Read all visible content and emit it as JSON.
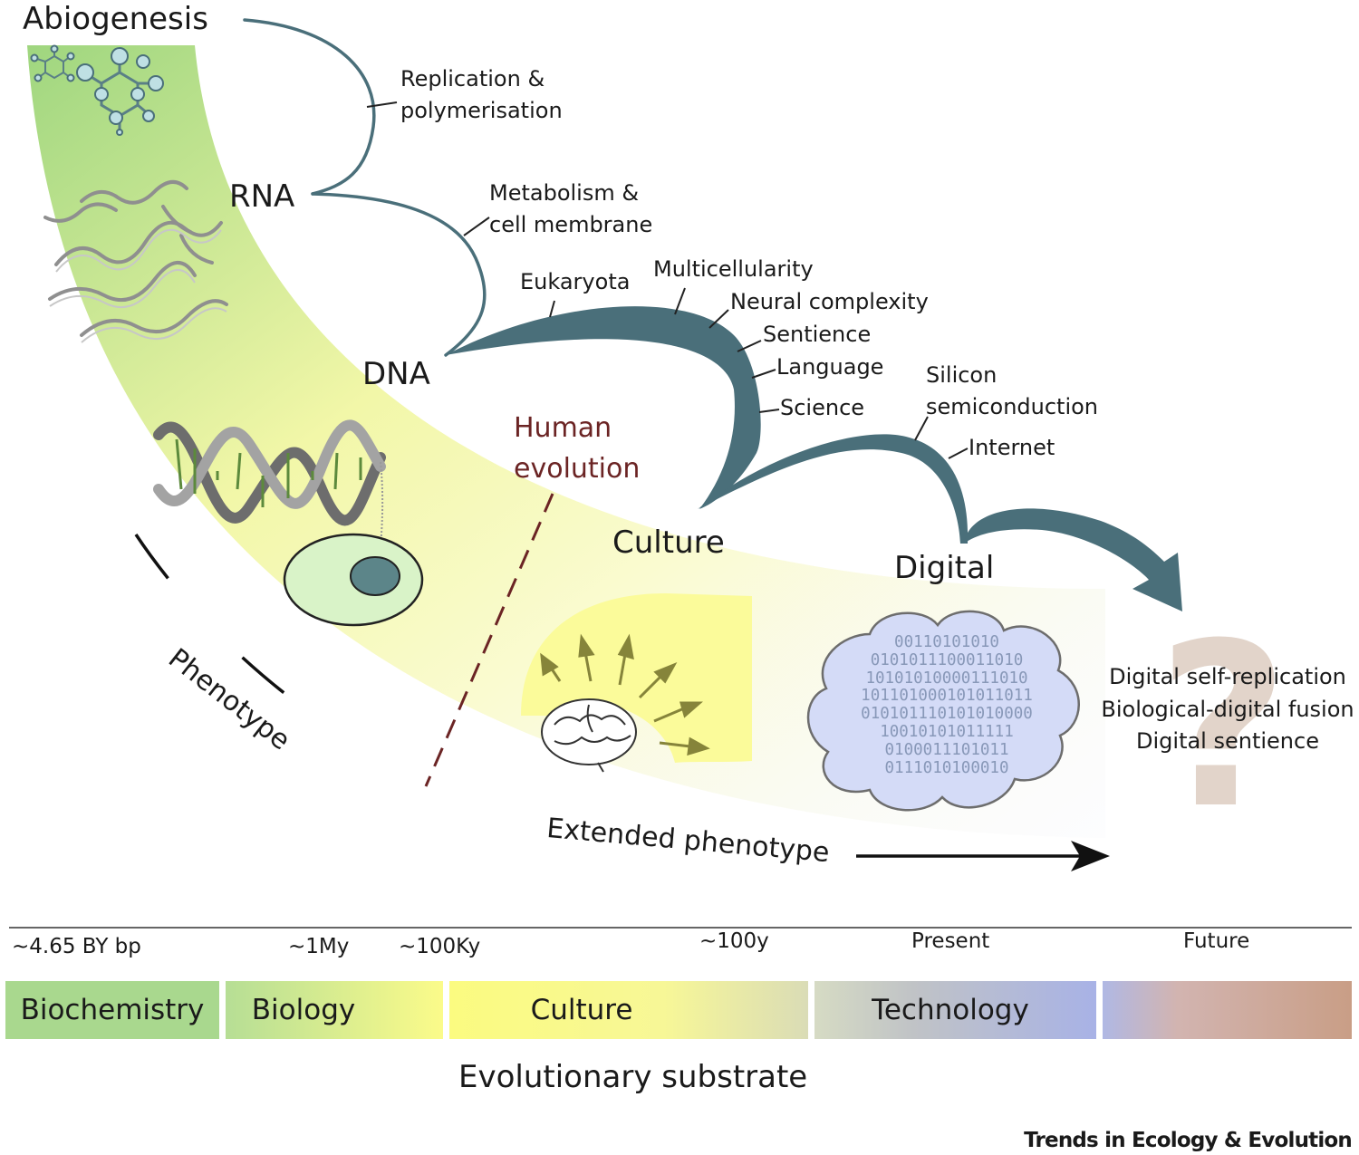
{
  "stages": {
    "abiogenesis": "Abiogenesis",
    "rna": "RNA",
    "dna": "DNA",
    "culture": "Culture",
    "digital": "Digital"
  },
  "events": {
    "replication": [
      "Replication &",
      "polymerisation"
    ],
    "metabolism": [
      "Metabolism &",
      "cell membrane"
    ],
    "eukaryota": "Eukaryota",
    "multicellularity": "Multicellularity",
    "neural": "Neural complexity",
    "sentience": "Sentience",
    "language": "Language",
    "science": "Science",
    "silicon": [
      "Silicon",
      "semiconduction"
    ],
    "internet": "Internet"
  },
  "human_evolution": [
    "Human",
    "evolution"
  ],
  "phenotype": "Phenotype",
  "extended_phenotype": "Extended phenotype",
  "binary_lines": [
    "00110101010",
    "0101011100011010",
    "10101010000111010",
    "101101000101011011",
    "010101110101010000",
    "10010101011111",
    "0100011101011",
    "0111010100010"
  ],
  "future_outcomes": [
    "Digital self-replication",
    "Biological-digital fusion",
    "Digital sentience"
  ],
  "question_mark": "?",
  "timeline": {
    "ticks": [
      "~4.65 BY bp",
      "~1My",
      "~100Ky",
      "~100y",
      "Present",
      "Future"
    ],
    "substrates": [
      "Biochemistry",
      "Biology",
      "Culture",
      "Technology",
      ""
    ],
    "axis_title": "Evolutionary substrate"
  },
  "colors": {
    "path": "#4a6f7a",
    "human_line": "#6b2424",
    "biochemistry": "#a9d88e",
    "culture": "#fbfb8a",
    "technology": "#a8b4e4",
    "future": "#c9a08a"
  },
  "journal": "Trends in Ecology & Evolution"
}
